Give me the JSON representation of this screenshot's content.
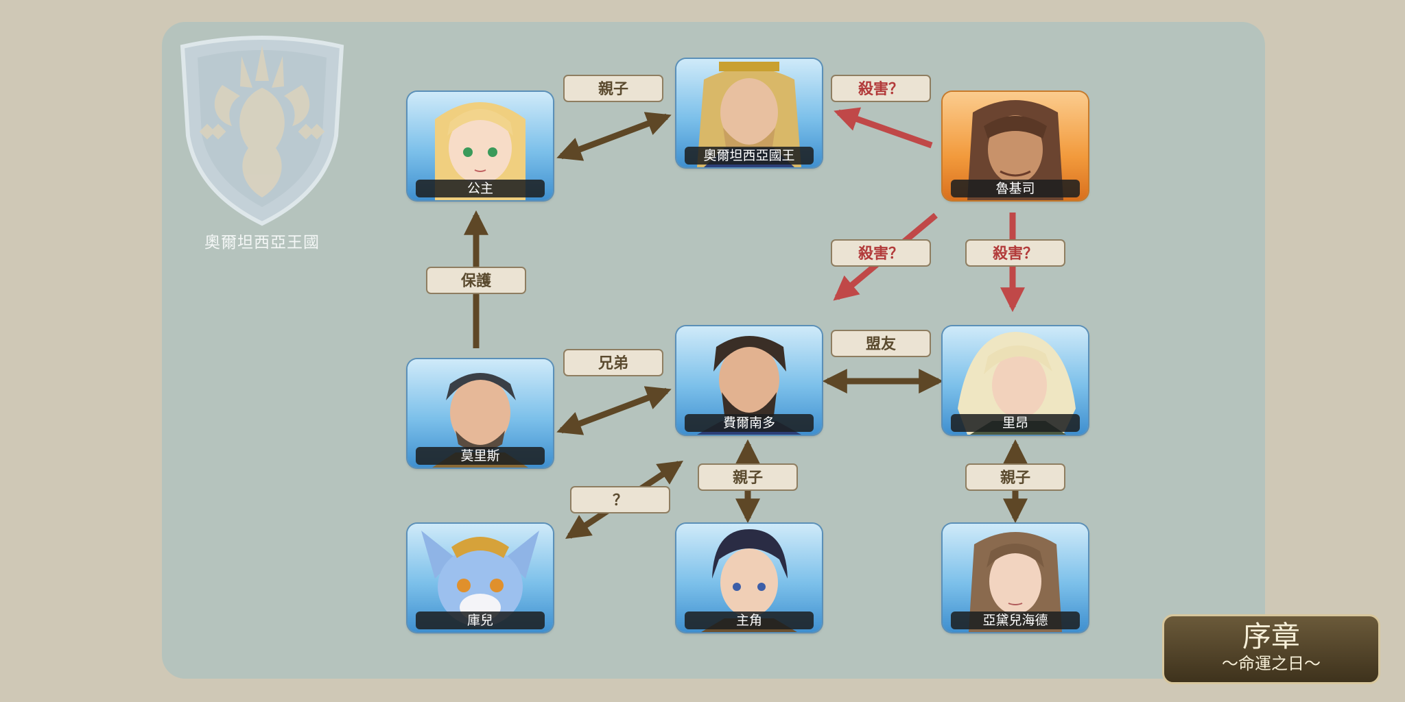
{
  "kingdom": {
    "name": "奧爾坦西亞王國"
  },
  "characters": {
    "princess": "公主",
    "king": "奧爾坦西亞國王",
    "ruukis": "魯基司",
    "morris": "莫里斯",
    "fernando": "費爾南多",
    "rion": "里昂",
    "kuur": "庫兒",
    "hero": "主角",
    "adelheid": "亞黛兒海德"
  },
  "relations": {
    "king_princess": "親子",
    "ruukis_king": "殺害？",
    "morris_princess": "保護",
    "ruukis_fernando": "殺害？",
    "ruukis_rion": "殺害？",
    "morris_fernando": "兄弟",
    "fernando_rion": "盟友",
    "kuur_fernando": "？",
    "fernando_hero": "親子",
    "rion_adelheid": "親子"
  },
  "chapter": {
    "title": "序章",
    "subtitle": "～命運之日～"
  },
  "colors": {
    "neutral_arrow": "#5e4726",
    "hostile_arrow": "#c04848",
    "panel": "#b5c3bd",
    "background": "#cfc8b6"
  }
}
